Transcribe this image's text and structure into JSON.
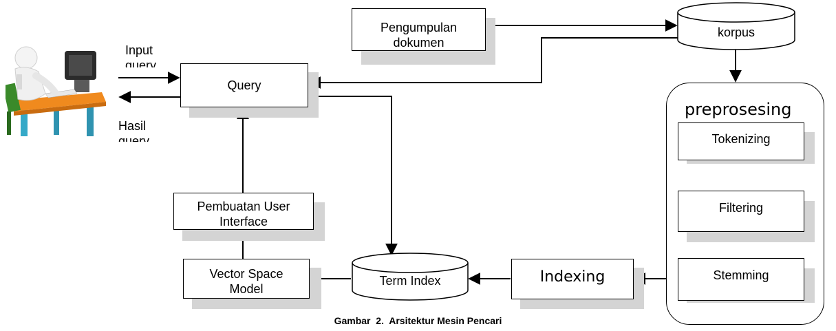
{
  "nodes": {
    "pengumpulan": "Pengumpulan dokumen",
    "korpus": "korpus",
    "query": "Query",
    "preprosesing": "preprosesing",
    "tokenizing": "Tokenizing",
    "filtering": "Filtering",
    "stemming": "Stemming",
    "indexing": "Indexing",
    "term_index": "Term Index",
    "vector_space": "Vector Space Model",
    "pembuatan_ui": "Pembuatan User Interface"
  },
  "labels": {
    "input_query": "Input query",
    "hasil_query": "Hasil query"
  },
  "caption": "Gambar  2.  Arsitektur Mesin Pencari"
}
